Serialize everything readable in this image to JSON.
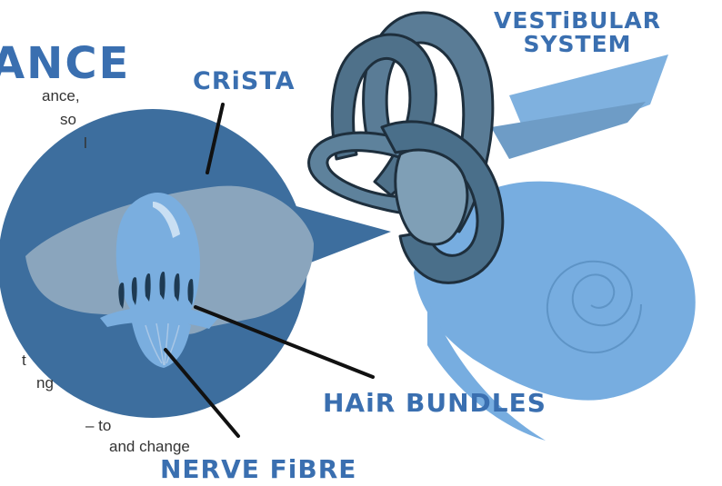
{
  "title_fragment": "ANCE",
  "labels": {
    "crista": "CRiSTA",
    "vestibular_line1": "VESTiBULAR",
    "vestibular_line2": "SYSTEM",
    "hair_bundles": "HAiR BUNDLES",
    "nerve_fibre": "NERVE FiBRE"
  },
  "body_text_fragments": [
    "ance,",
    "so",
    "l",
    "t",
    "ng",
    "– to",
    "and change"
  ],
  "colors": {
    "label_blue": "#3a6fb0",
    "circle_blue": "#3d6e9e",
    "pale_blue": "#a9c7e6",
    "cochlea_blue": "#6fa6d8",
    "canal_dark": "#4a6f8a",
    "canal_mid": "#7596ad",
    "outline": "#1e2f3d"
  }
}
